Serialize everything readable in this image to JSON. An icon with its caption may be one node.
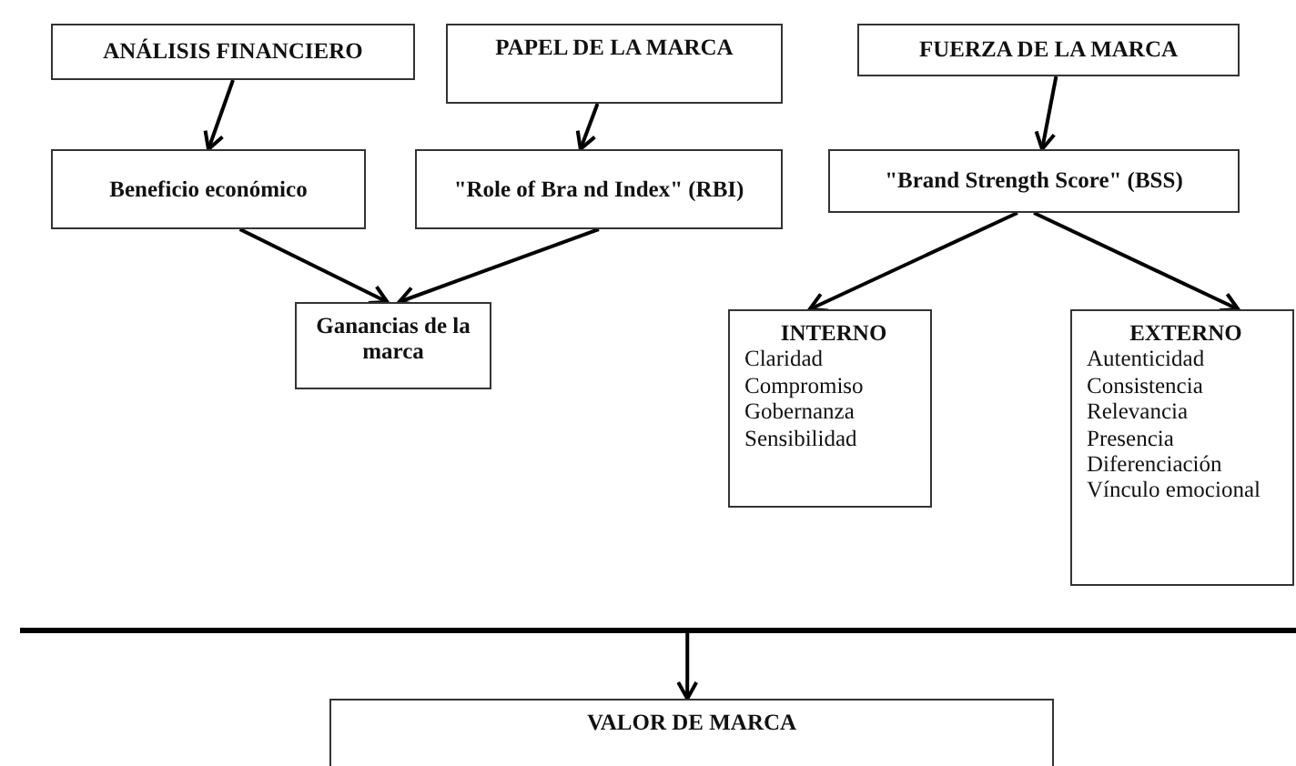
{
  "diagram": {
    "nodes": [
      {
        "text": [
          "ANÁLISIS FINANCIERO"
        ]
      },
      {
        "text": [
          "PAPEL DE LA MARCA"
        ]
      },
      {
        "text": [
          "FUERZA DE LA MARCA"
        ]
      },
      {
        "text": [
          "Beneficio económico"
        ]
      },
      {
        "text": [
          "\"Role of Bra nd Index\" (RBI)"
        ]
      },
      {
        "text": [
          "\"Brand Strength Score\" (BSS)"
        ]
      },
      {
        "text": [
          "Ganancias de la marca"
        ]
      },
      {
        "text": [
          "INTERNO",
          "Claridad",
          "Compromiso",
          "Gobernanza",
          "Sensibilidad"
        ]
      },
      {
        "text": [
          "EXTERNO",
          "Autenticidad",
          "Consistencia",
          "Relevancia",
          "Presencia",
          "Diferenciación",
          "Vínculo emocional"
        ]
      },
      {
        "text": [],
        "shape": "bar"
      },
      {
        "text": [
          "VALOR DE MARCA"
        ]
      }
    ],
    "edges": [
      {
        "from": 0,
        "to": 3,
        "arrow": "to"
      },
      {
        "from": 1,
        "to": 4,
        "arrow": "to"
      },
      {
        "from": 2,
        "to": 5,
        "arrow": "to"
      },
      {
        "from": 3,
        "to": 6,
        "arrow": "to"
      },
      {
        "from": 4,
        "to": 6,
        "arrow": "to"
      },
      {
        "from": 5,
        "to": 7,
        "arrow": "to"
      },
      {
        "from": 5,
        "to": 8,
        "arrow": "to"
      },
      {
        "from": 9,
        "to": 10,
        "arrow": "to"
      }
    ]
  }
}
